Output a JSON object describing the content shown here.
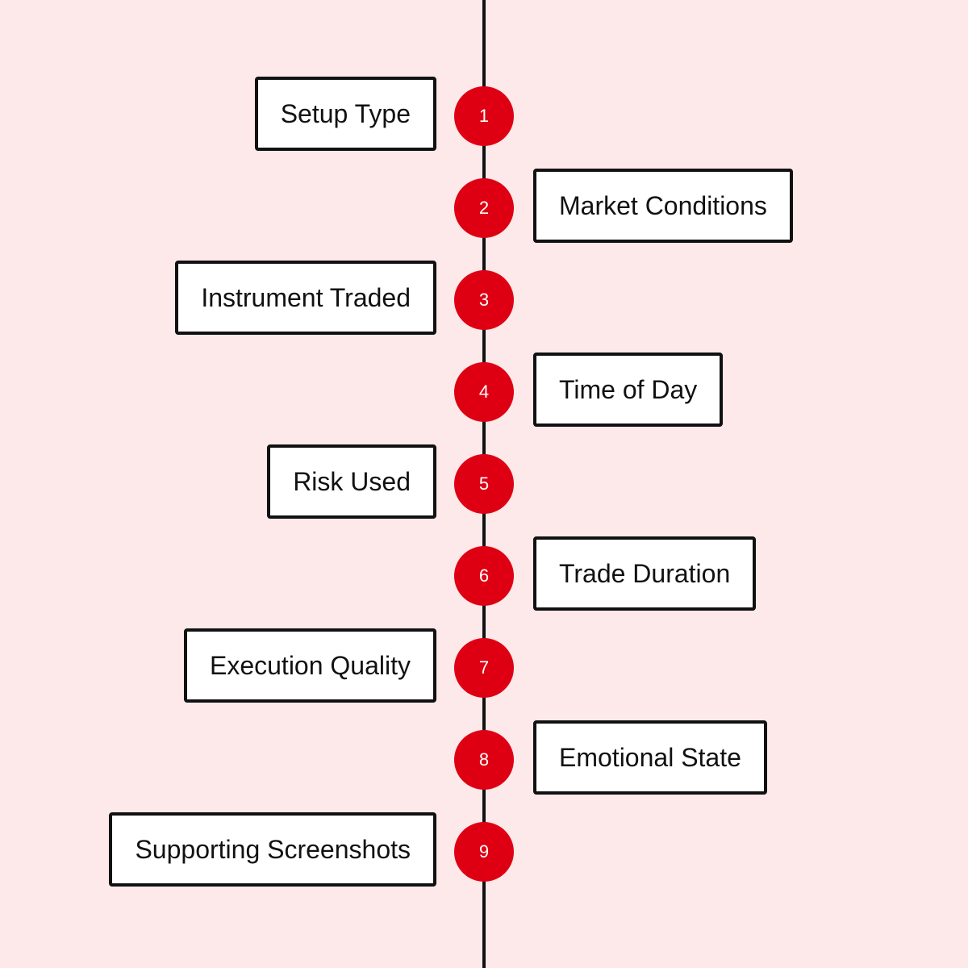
{
  "colors": {
    "background": "#fde8ea",
    "accent": "#de0012",
    "line": "#111111",
    "box_fill": "#ffffff",
    "box_border": "#111111"
  },
  "steps": [
    {
      "number": "1",
      "label": "Setup Type",
      "side": "left"
    },
    {
      "number": "2",
      "label": "Market Conditions",
      "side": "right"
    },
    {
      "number": "3",
      "label": "Instrument Traded",
      "side": "left"
    },
    {
      "number": "4",
      "label": "Time of Day",
      "side": "right"
    },
    {
      "number": "5",
      "label": "Risk Used",
      "side": "left"
    },
    {
      "number": "6",
      "label": "Trade Duration",
      "side": "right"
    },
    {
      "number": "7",
      "label": "Execution Quality",
      "side": "left"
    },
    {
      "number": "8",
      "label": "Emotional State",
      "side": "right"
    },
    {
      "number": "9",
      "label": "Supporting Screenshots",
      "side": "left"
    }
  ]
}
